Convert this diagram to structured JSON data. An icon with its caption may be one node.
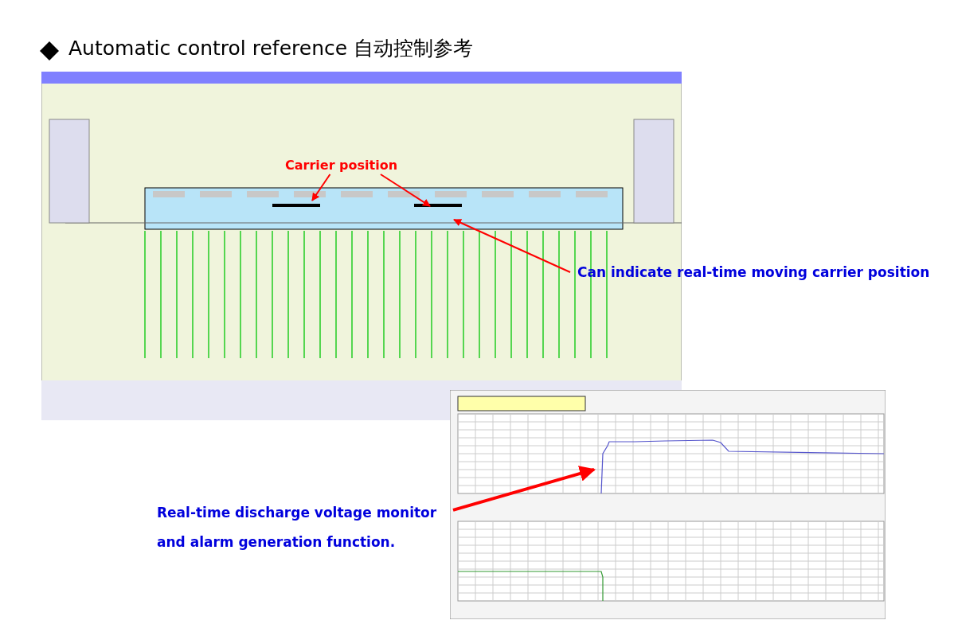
{
  "diagram": {
    "title": "Automatic control reference 自动控制参考",
    "nodes": [
      {
        "text": [],
        "shape": "picture"
      },
      {
        "text": [
          "Carrier position"
        ],
        "in": 0
      },
      {
        "text": [
          "Can indicate real-time moving carrier position"
        ]
      },
      {
        "text": [],
        "shape": "picture"
      },
      {
        "text": [
          "Real-time discharge voltage monitor and alarm generation function."
        ]
      }
    ],
    "edges": [
      {
        "from": 1,
        "to": null,
        "arrow": "to",
        "color": "#ff0000"
      },
      {
        "from": 1,
        "to": null,
        "arrow": "to",
        "color": "#ff0000"
      },
      {
        "from": 2,
        "to": null,
        "arrow": "to",
        "color": "#ff0000"
      },
      {
        "from": 4,
        "to": 3,
        "arrow": "to",
        "color": "#ff0000",
        "style": "thick"
      }
    ]
  }
}
